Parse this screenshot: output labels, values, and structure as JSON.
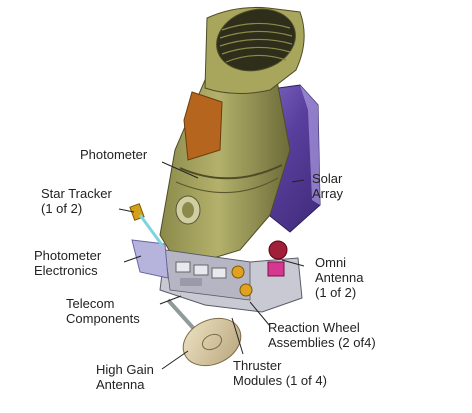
{
  "labels": {
    "photometer": [
      "Photometer"
    ],
    "solar_array": [
      "Solar",
      "Array"
    ],
    "star_tracker": [
      "Star Tracker",
      "(1 of 2)"
    ],
    "photometer_electronics": [
      "Photometer",
      "Electronics"
    ],
    "omni_antenna": [
      "Omni",
      "Antenna",
      "(1 of 2)"
    ],
    "telecom_components": [
      "Telecom",
      "Components"
    ],
    "reaction_wheel": [
      "Reaction Wheel",
      "Assemblies (2 of4)"
    ],
    "high_gain_antenna": [
      "High Gain",
      "Antenna"
    ],
    "thruster_modules": [
      "Thruster",
      "Modules (1 of 4)"
    ]
  },
  "colors": {
    "telescope_body": "#9c9a55",
    "telescope_shadow": "#6f6d3a",
    "sunshade": "#b0ae62",
    "radiator_panel": "#b5651d",
    "solar_array": "#5a3f9e",
    "solar_array_light": "#8f7dd6",
    "structure": "#b9b9c6",
    "antenna_dish": "#d8c9a6",
    "leader_line": "#222222",
    "label_text": "#222222"
  }
}
